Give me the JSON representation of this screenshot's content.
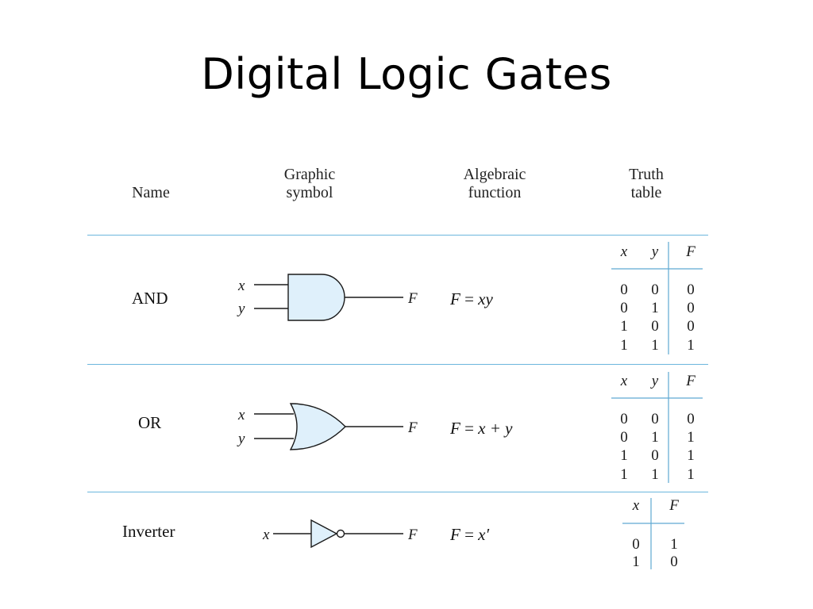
{
  "slide": {
    "title": "Digital Logic Gates"
  },
  "headers": {
    "name": "Name",
    "symbol_line1": "Graphic",
    "symbol_line2": "symbol",
    "function_line1": "Algebraic",
    "function_line2": "function",
    "truth_line1": "Truth",
    "truth_line2": "table"
  },
  "gates": [
    {
      "name": "AND",
      "inputs": [
        "x",
        "y"
      ],
      "output": "F",
      "function_lhs": "F",
      "function_eq": " = ",
      "function_rhs": "xy",
      "truth": {
        "columns": [
          "x",
          "y",
          "F"
        ],
        "rows": [
          [
            "0",
            "0",
            "0"
          ],
          [
            "0",
            "1",
            "0"
          ],
          [
            "1",
            "0",
            "0"
          ],
          [
            "1",
            "1",
            "1"
          ]
        ]
      }
    },
    {
      "name": "OR",
      "inputs": [
        "x",
        "y"
      ],
      "output": "F",
      "function_lhs": "F",
      "function_eq": " = ",
      "function_rhs": "x + y",
      "truth": {
        "columns": [
          "x",
          "y",
          "F"
        ],
        "rows": [
          [
            "0",
            "0",
            "0"
          ],
          [
            "0",
            "1",
            "1"
          ],
          [
            "1",
            "0",
            "1"
          ],
          [
            "1",
            "1",
            "1"
          ]
        ]
      }
    },
    {
      "name": "Inverter",
      "inputs": [
        "x"
      ],
      "output": "F",
      "function_lhs": "F",
      "function_eq": " = ",
      "function_rhs": "x′",
      "truth": {
        "columns": [
          "x",
          "F"
        ],
        "rows": [
          [
            "0",
            "1"
          ],
          [
            "1",
            "0"
          ]
        ]
      }
    }
  ],
  "colors": {
    "rule": "#6bb6dd",
    "gate_fill": "#dff0fb",
    "stroke": "#1a1a1a"
  }
}
